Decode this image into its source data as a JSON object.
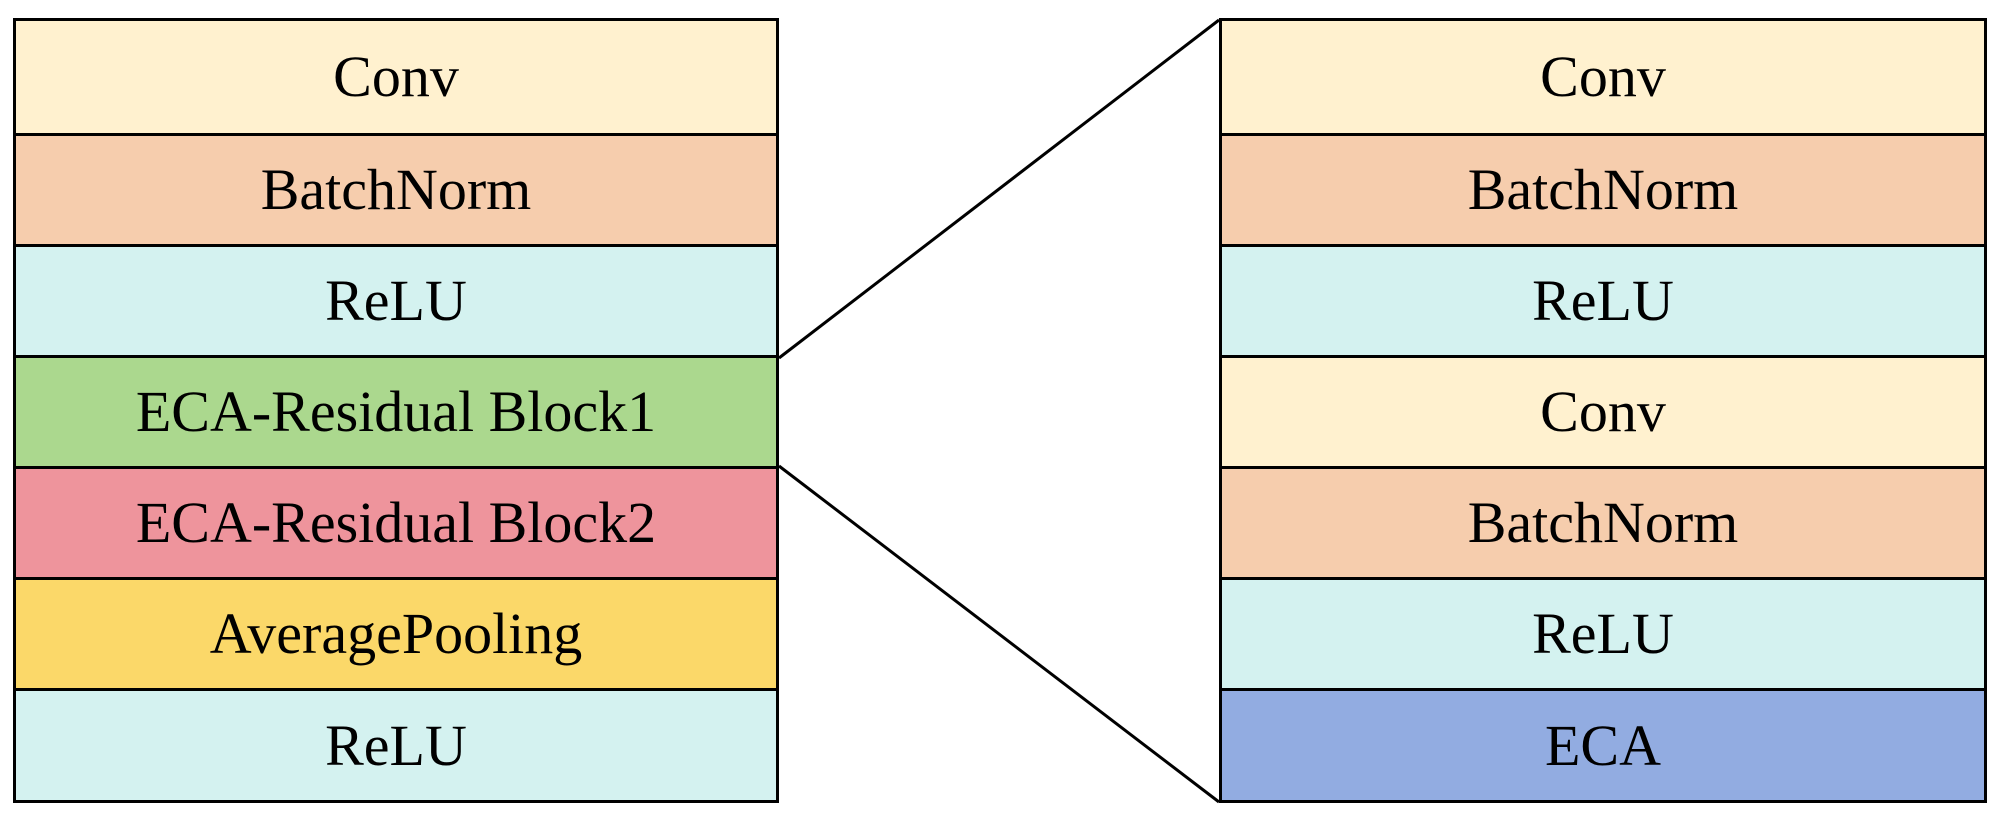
{
  "colors": {
    "conv": "#FFF1CF",
    "batchnorm": "#F6CDAD",
    "relu": "#D4F2F0",
    "eca_residual_block1": "#ABD88E",
    "eca_residual_block2": "#EE949C",
    "averagepooling": "#FBD869",
    "eca": "#92ACE1",
    "border": "#000000"
  },
  "left_stack": {
    "layers": [
      {
        "label": "Conv",
        "color": "#FFF1CF"
      },
      {
        "label": "BatchNorm",
        "color": "#F6CDAD"
      },
      {
        "label": "ReLU",
        "color": "#D4F2F0"
      },
      {
        "label": "ECA-Residual Block1",
        "color": "#ABD88E"
      },
      {
        "label": "ECA-Residual Block2",
        "color": "#EE949C"
      },
      {
        "label": "AveragePooling",
        "color": "#FBD869"
      },
      {
        "label": "ReLU",
        "color": "#D4F2F0"
      }
    ]
  },
  "right_stack": {
    "layers": [
      {
        "label": "Conv",
        "color": "#FFF1CF"
      },
      {
        "label": "BatchNorm",
        "color": "#F6CDAD"
      },
      {
        "label": "ReLU",
        "color": "#D4F2F0"
      },
      {
        "label": "Conv",
        "color": "#FFF1CF"
      },
      {
        "label": "BatchNorm",
        "color": "#F6CDAD"
      },
      {
        "label": "ReLU",
        "color": "#D4F2F0"
      },
      {
        "label": "ECA",
        "color": "#92ACE1"
      }
    ]
  }
}
